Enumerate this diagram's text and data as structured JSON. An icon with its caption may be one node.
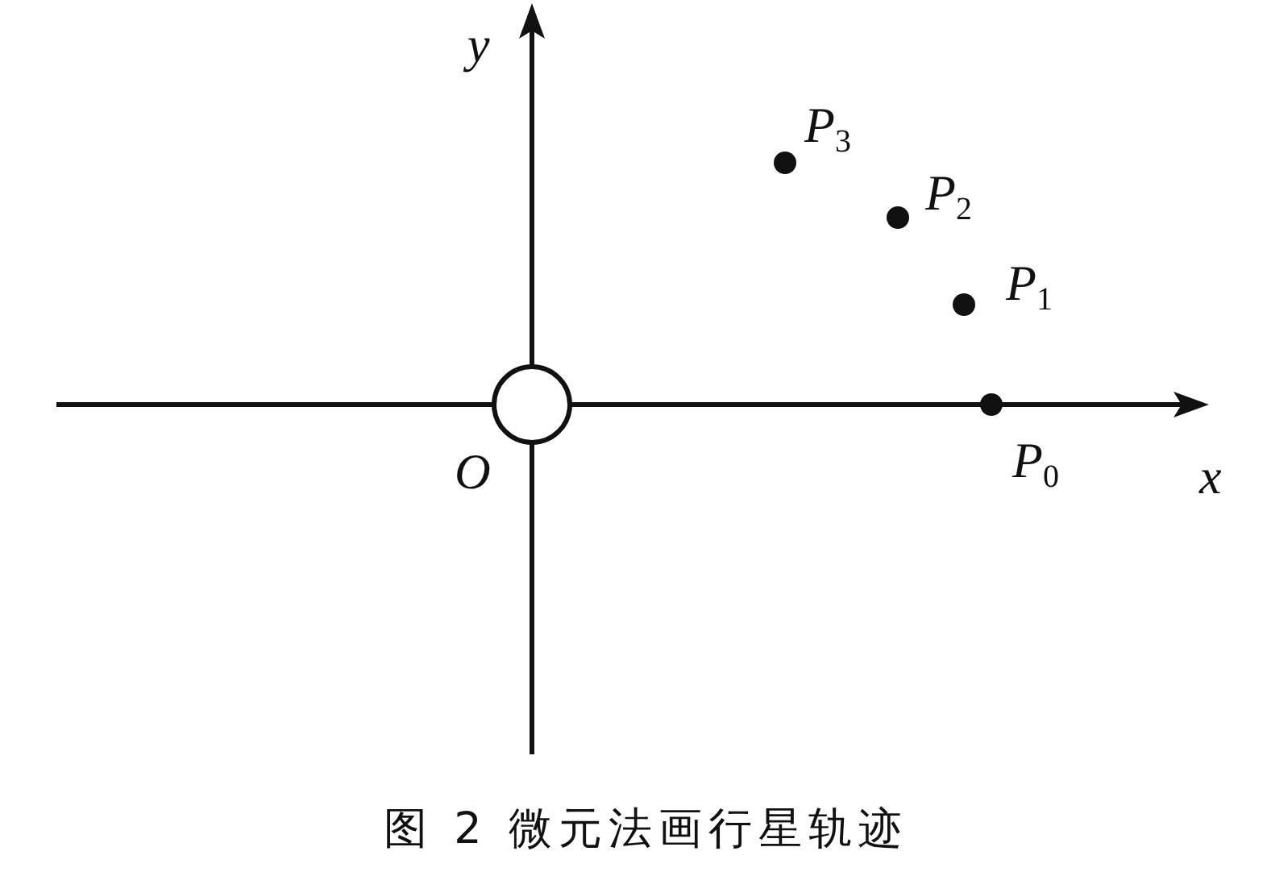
{
  "diagram": {
    "caption": "图 2 微元法画行星轨迹",
    "nodes": [
      {
        "text": [],
        "shape": "circle"
      },
      {
        "text": [],
        "shape": "circle",
        "beside": [
          "P$_{3}$"
        ]
      },
      {
        "text": [],
        "shape": "circle",
        "beside": [
          "P$_{2}$"
        ]
      },
      {
        "text": [],
        "shape": "circle",
        "beside": [
          "P$_{1}$"
        ]
      },
      {
        "text": [],
        "shape": "circle",
        "beside": [
          "P$_{0}$"
        ]
      }
    ],
    "labels": [
      "y",
      "O",
      "x"
    ]
  }
}
